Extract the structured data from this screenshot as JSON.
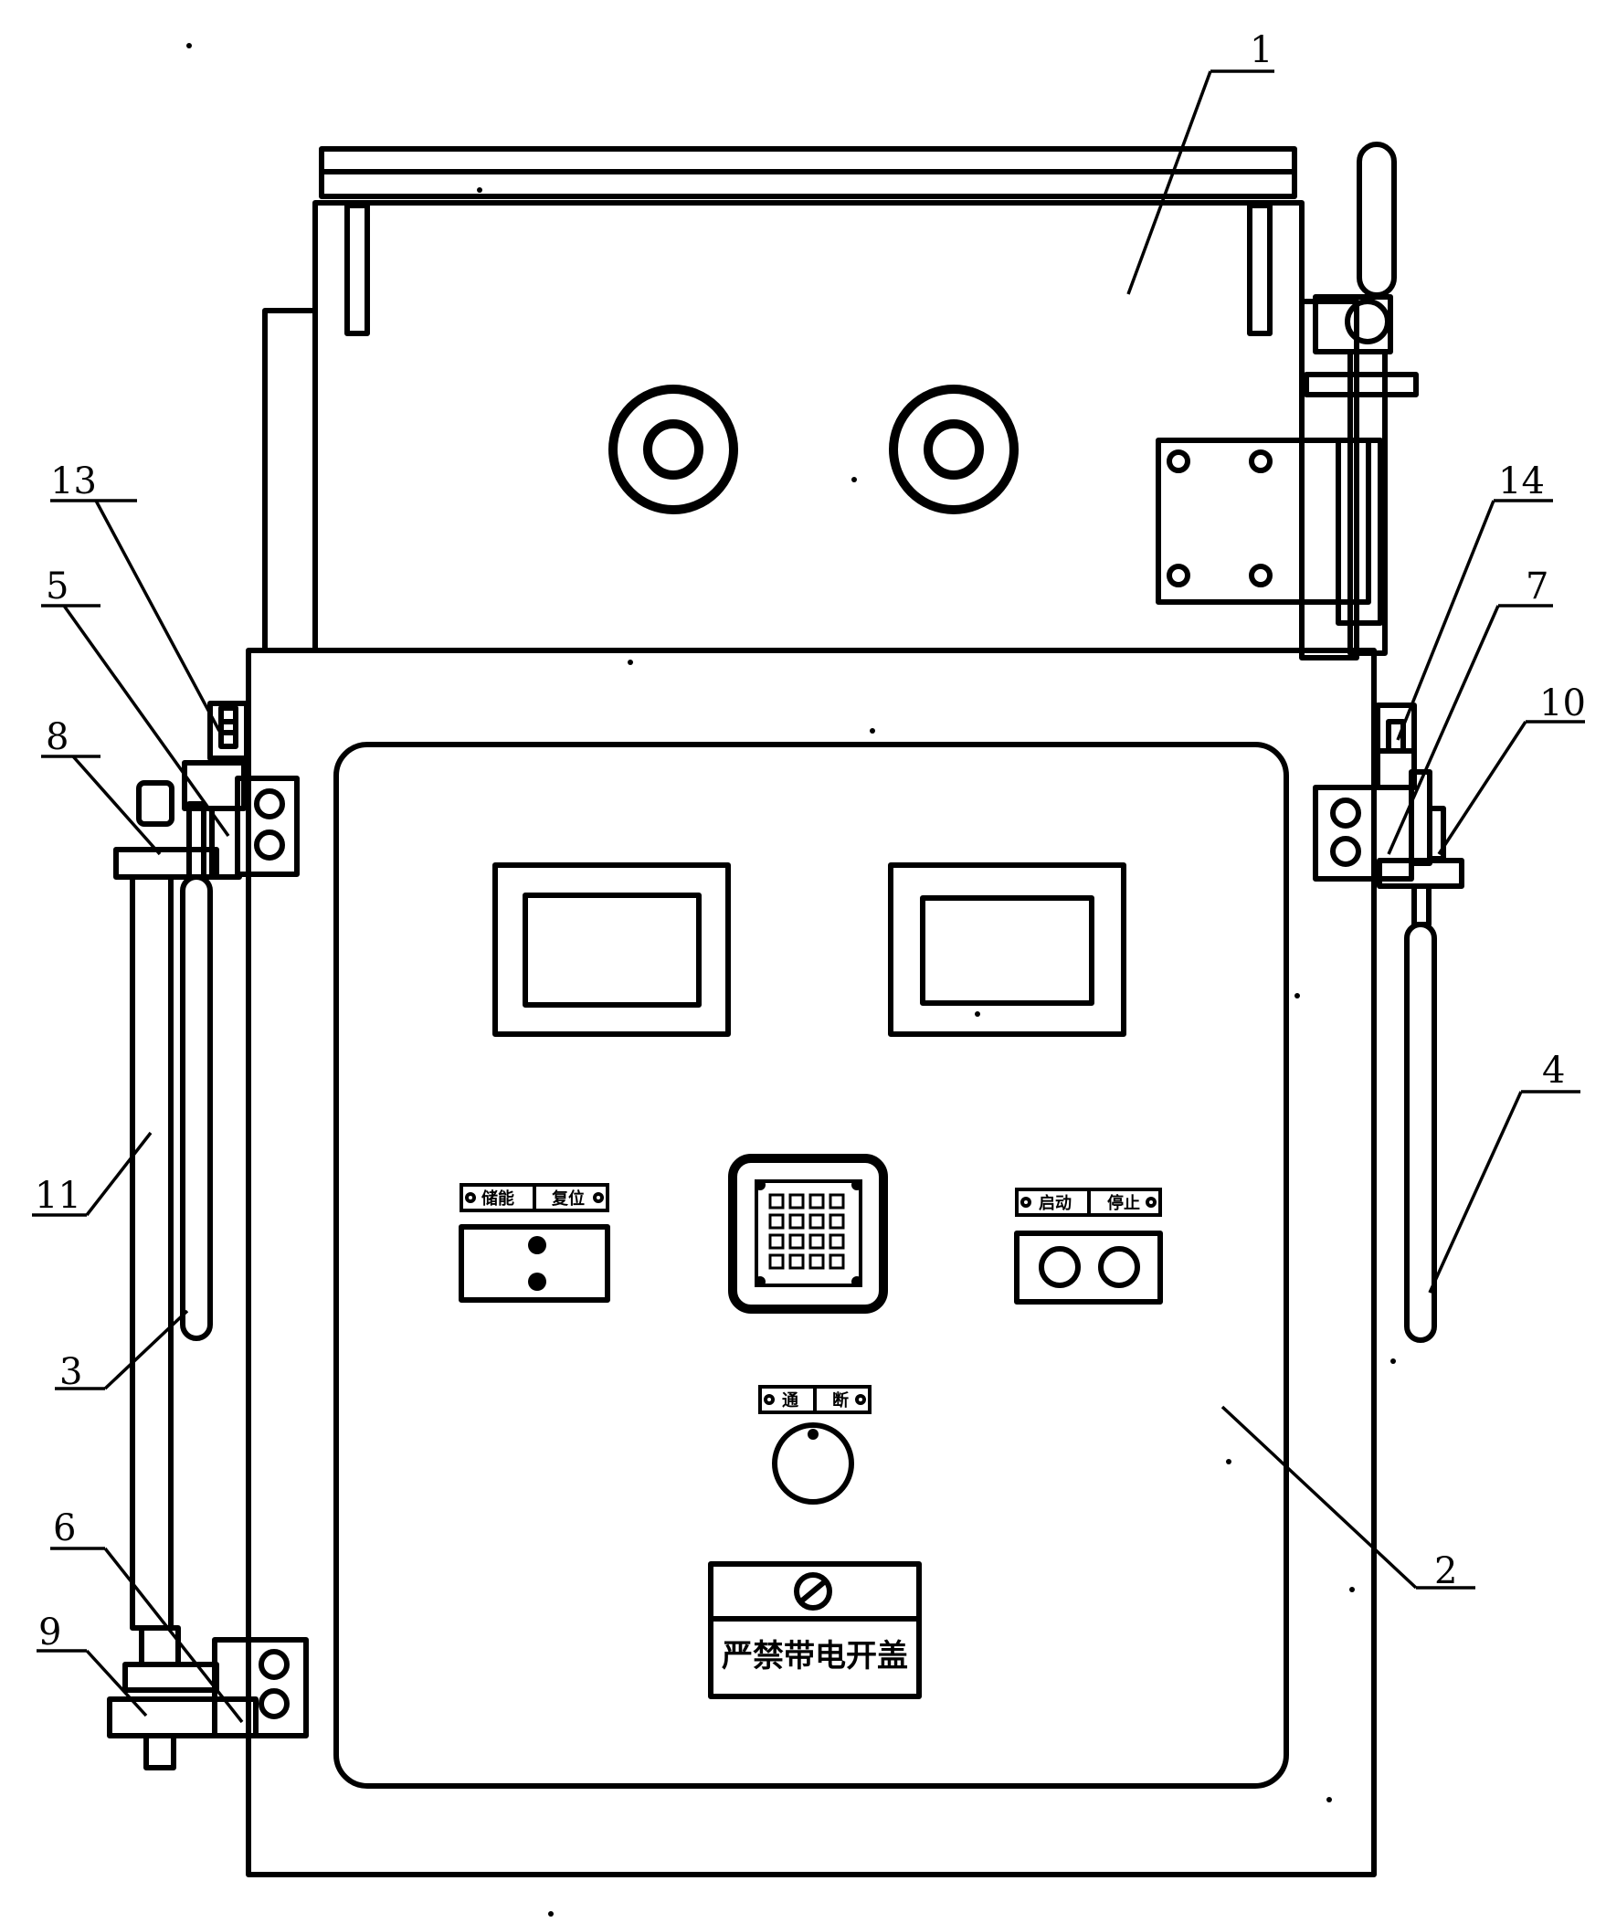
{
  "callouts": {
    "c1": "1",
    "c2": "2",
    "c3": "3",
    "c4": "4",
    "c5": "5",
    "c6": "6",
    "c7": "7",
    "c8": "8",
    "c9": "9",
    "c10": "10",
    "c11": "11",
    "c13": "13",
    "c14": "14"
  },
  "panel_labels": {
    "left_group_a": "储能",
    "left_group_b": "复位",
    "right_group_a": "启动",
    "right_group_b": "停止",
    "selector_a": "通",
    "selector_b": "断"
  },
  "nameplate": {
    "text": "严禁带电开盖"
  }
}
